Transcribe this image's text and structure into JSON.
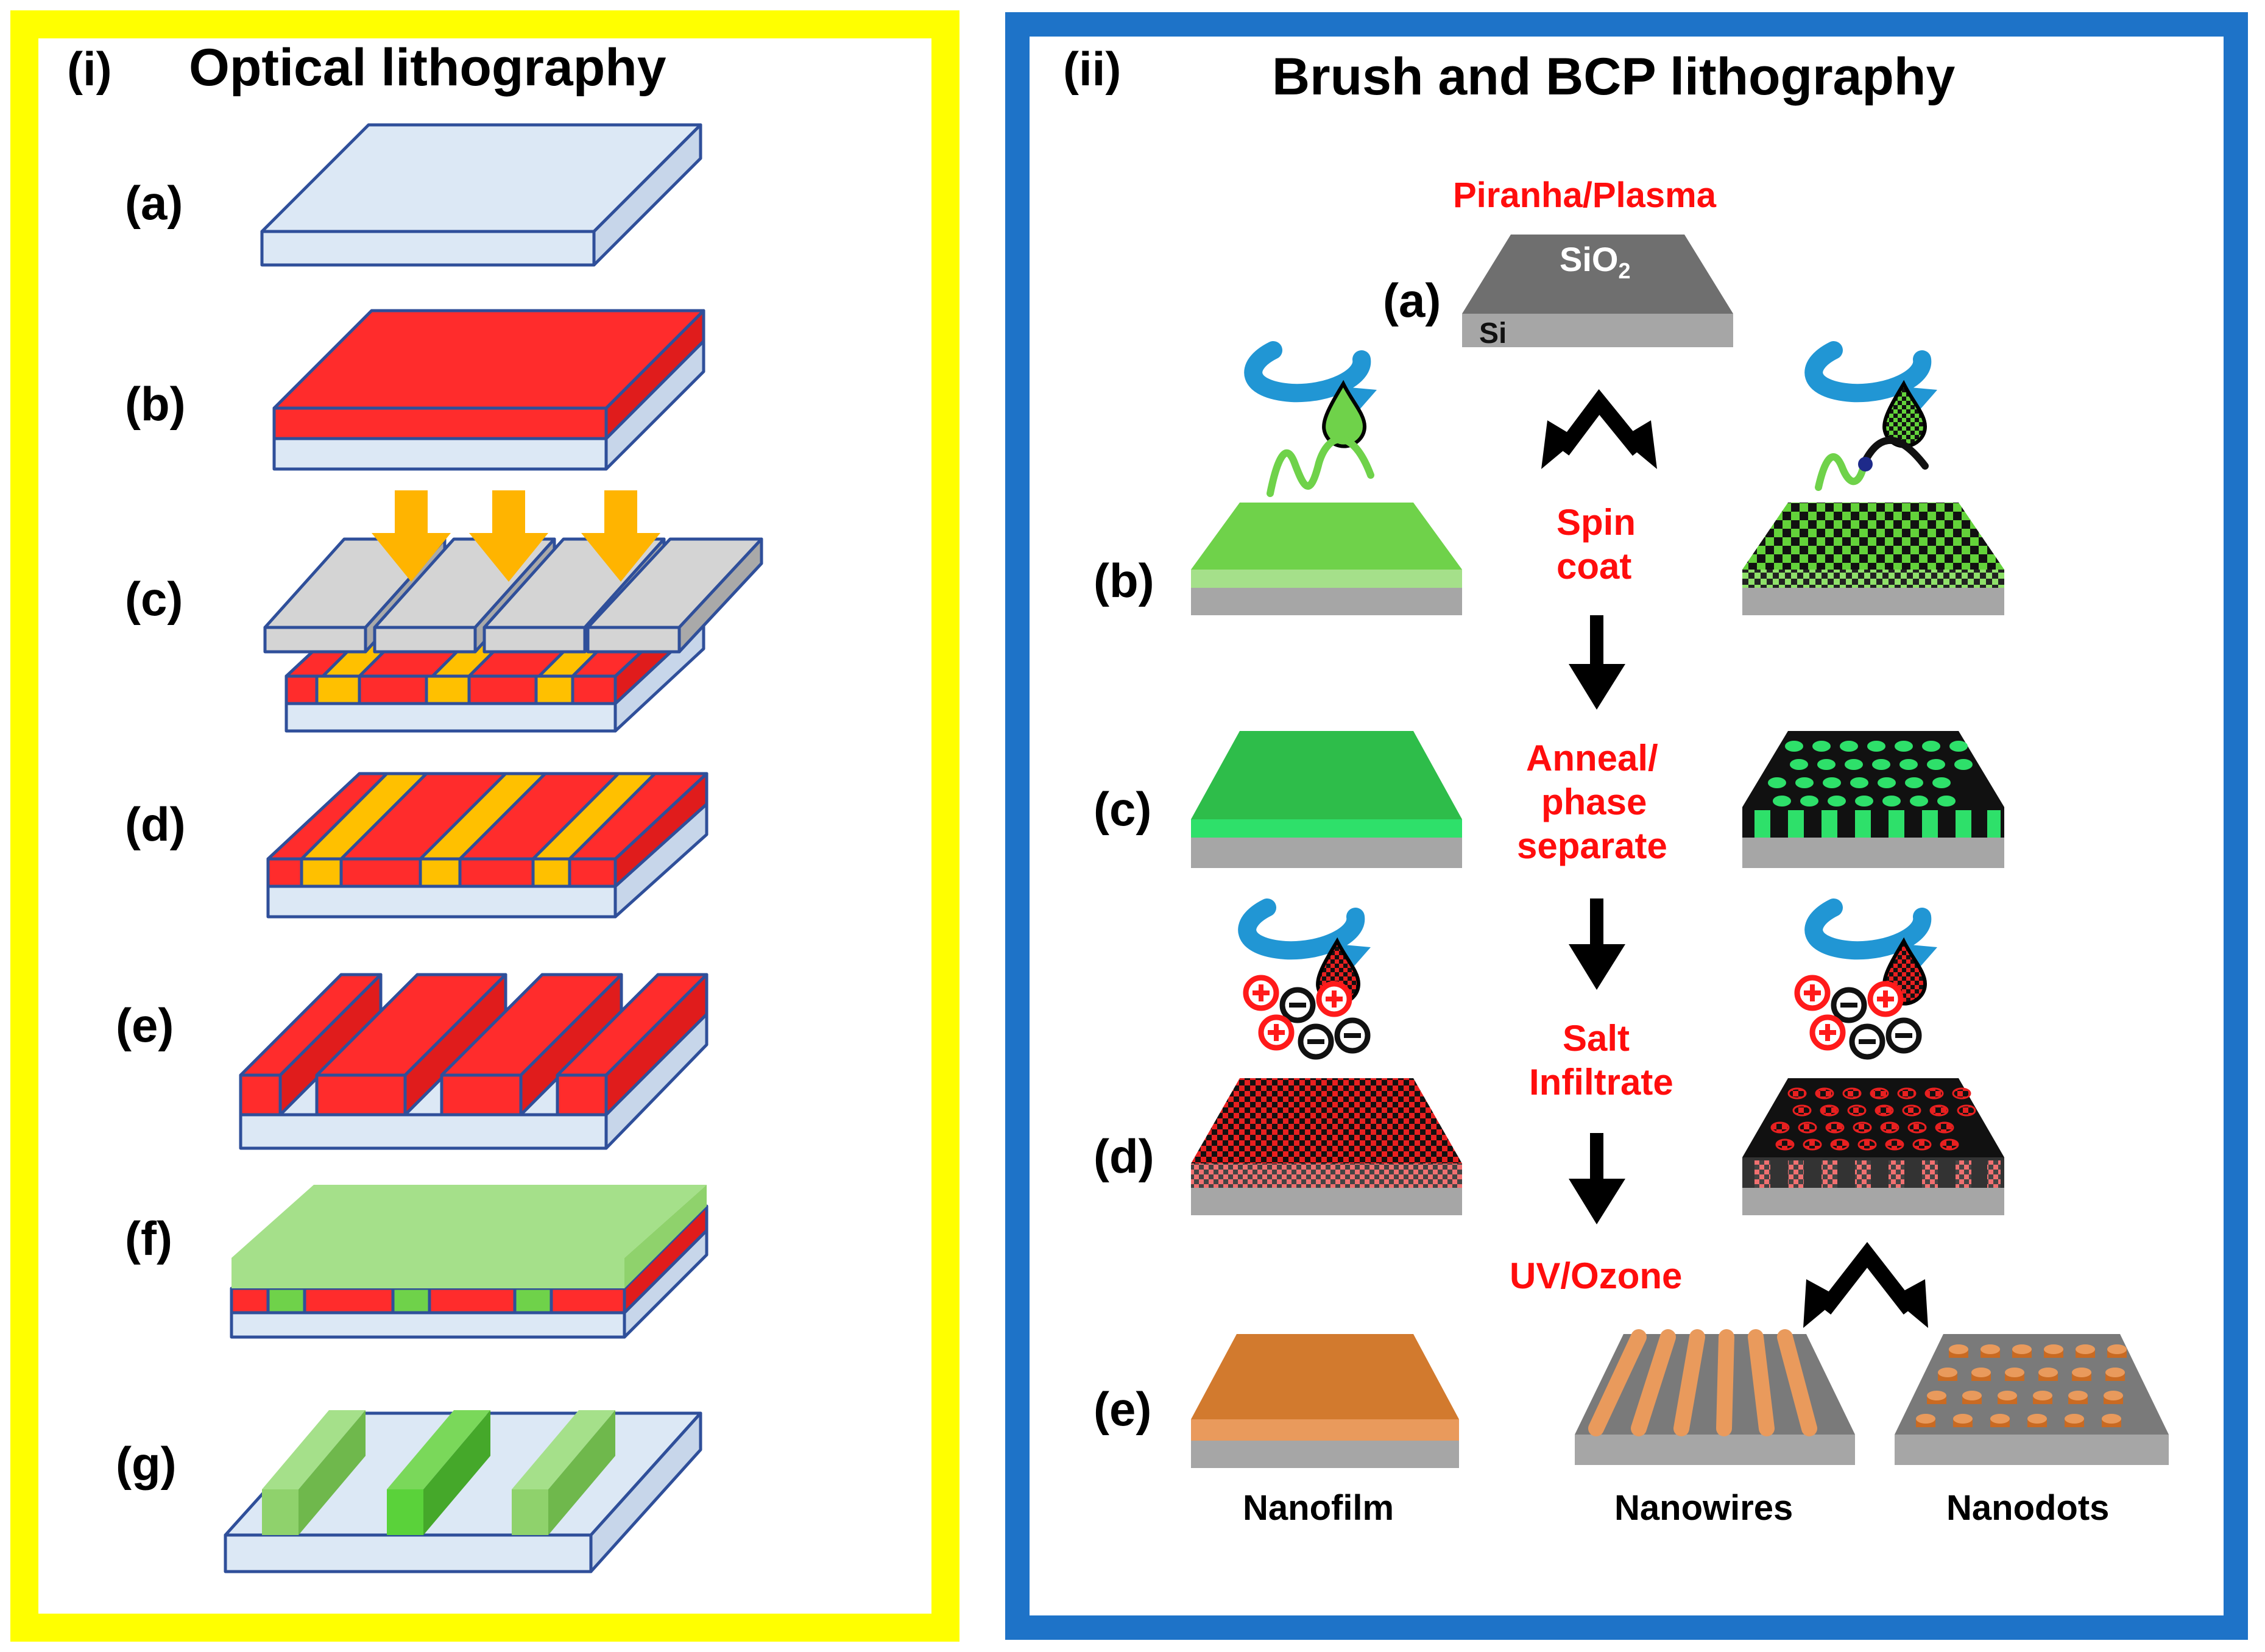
{
  "panel_left": {
    "roman": "(i)",
    "title": "Optical lithography",
    "border_color": "#ffff00",
    "steps": [
      "(a)",
      "(b)",
      "(c)",
      "(d)",
      "(e)",
      "(f)",
      "(g)"
    ]
  },
  "panel_right": {
    "roman": "(ii)",
    "title": "Brush and BCP lithography",
    "border_color": "#1e73c8",
    "steps": [
      "(a)",
      "(b)",
      "(c)",
      "(d)",
      "(e)"
    ],
    "substrate_top": "SiO",
    "substrate_top_sub": "2",
    "substrate_bottom": "Si",
    "process": {
      "piranha": "Piranha/Plasma",
      "spin_1": "Spin",
      "spin_2": "coat",
      "anneal_1": "Anneal/",
      "anneal_2": "phase",
      "anneal_3": "separate",
      "salt_1": "Salt",
      "salt_2": "Infiltrate",
      "uv": "UV/Ozone"
    },
    "products": [
      "Nanofilm",
      "Nanowires",
      "Nanodots"
    ]
  },
  "colors": {
    "resist": "#ff2c2c",
    "substrate": "#dce8f5",
    "mask": "#d4d4d4",
    "exposed": "#ffc000",
    "green_film": "#6fd24a",
    "oxide": "#d27a2e",
    "process_text": "#ff0d0d"
  }
}
